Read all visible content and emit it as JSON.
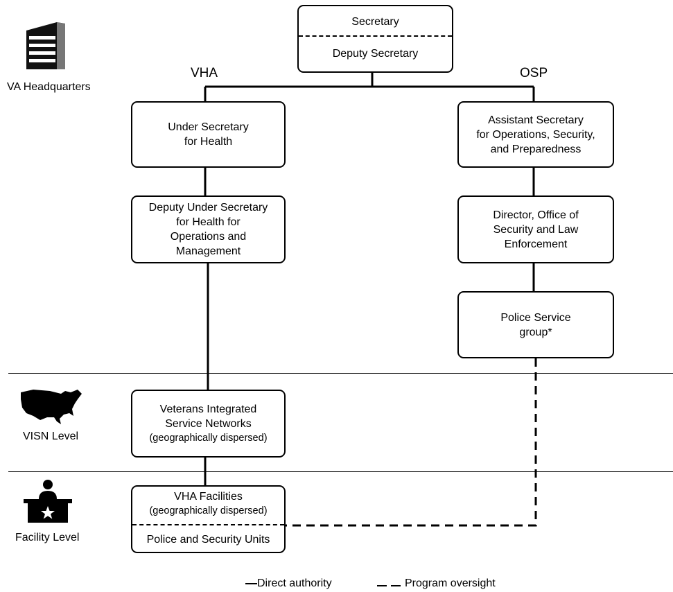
{
  "headers": {
    "vha": "VHA",
    "osp": "OSP"
  },
  "levels": {
    "headquarters": "VA Headquarters",
    "visn": "VISN Level",
    "facility": "Facility Level"
  },
  "boxes": {
    "secretary": {
      "top": "Secretary",
      "bottom": "Deputy Secretary"
    },
    "under_secretary": [
      "Under Secretary",
      "for Health"
    ],
    "deputy_under_secretary": [
      "Deputy Under Secretary",
      "for Health for",
      "Operations and",
      "Management"
    ],
    "assistant_secretary": [
      "Assistant Secretary",
      "for Operations, Security,",
      "and Preparedness"
    ],
    "director_osle": [
      "Director, Office of",
      "Security and Law",
      "Enforcement"
    ],
    "police_service": [
      "Police Service",
      "group*"
    ],
    "visn": [
      "Veterans Integrated",
      "Service Networks",
      "(geographically dispersed)"
    ],
    "vha_facilities": {
      "top": [
        "VHA Facilities",
        "(geographically dispersed)"
      ],
      "bottom": "Police and Security Units"
    }
  },
  "legend": {
    "direct": "Direct authority",
    "oversight": "Program oversight"
  },
  "icons": {
    "headquarters": "office-building-icon",
    "visn": "us-map-icon",
    "facility": "desk-officer-icon"
  }
}
